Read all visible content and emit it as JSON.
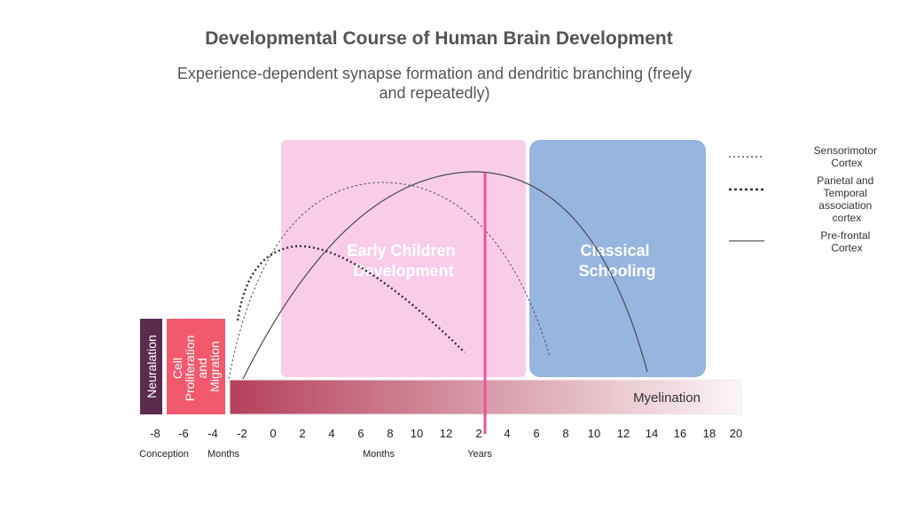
{
  "title": "Developmental Course of Human Brain Development",
  "subtitle": "Experience-dependent synapse formation and dendritic branching (freely and repeatedly)",
  "zones": {
    "early": {
      "line1": "Early Children",
      "line2": "Development",
      "color": "#f9cde8"
    },
    "schooling": {
      "line1": "Classical",
      "line2": "Schooling",
      "color": "#96b5df"
    }
  },
  "prenatal": {
    "neurulation": {
      "label": "Neuralation",
      "color": "#5c2a4c"
    },
    "proliferation": {
      "line1": "Cell",
      "line2": "Proliferation",
      "line3": "and",
      "line4": "Migration",
      "color": "#f2596d"
    }
  },
  "myelination": {
    "label": "Myelination",
    "color_start": "#b5405c",
    "color_end": "#fbf5f6"
  },
  "marker_color": "#f0509b",
  "axis": {
    "ticks": [
      "-8",
      "-6",
      "-4",
      "-2",
      "0",
      "2",
      "4",
      "6",
      "8",
      "10",
      "12",
      "2",
      "4",
      "6",
      "8",
      "10",
      "12",
      "14",
      "16",
      "18",
      "20"
    ],
    "units": {
      "conception": "Conception",
      "months_pre": "Months",
      "months_post": "Months",
      "years": "Years"
    }
  },
  "legend": {
    "sensorimotor": {
      "line1": "Sensorimotor",
      "line2": "Cortex"
    },
    "parietal": {
      "line1": "Parietal and",
      "line2": "Temporal",
      "line3": "association",
      "line4": "cortex"
    },
    "prefrontal": {
      "line1": "Pre-frontal",
      "line2": "Cortex"
    }
  }
}
